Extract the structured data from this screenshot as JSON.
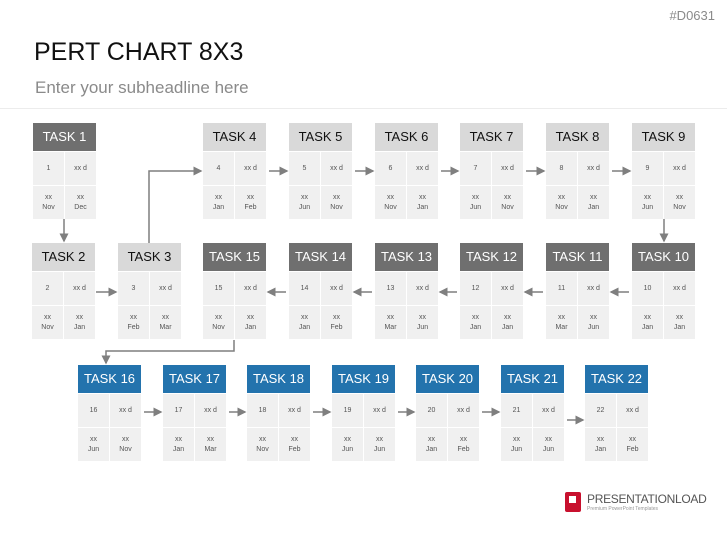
{
  "code": "#D0631",
  "title": "PERT CHART 8X3",
  "subheadline": "Enter your subheadline here",
  "colors": {
    "dark": "#6f6f6f",
    "light": "#d9d9d9",
    "blue": "#2373ad",
    "arrow": "#7f7f7f"
  },
  "tasks": [
    {
      "label": "TASK 1",
      "num": "1",
      "dur": "xx d",
      "start": "xx\nNov",
      "end": "xx\nDec",
      "style": "dark"
    },
    {
      "label": "TASK 2",
      "num": "2",
      "dur": "xx d",
      "start": "xx\nNov",
      "end": "xx\nJan",
      "style": "light"
    },
    {
      "label": "TASK 3",
      "num": "3",
      "dur": "xx d",
      "start": "xx\nFeb",
      "end": "xx\nMar",
      "style": "light"
    },
    {
      "label": "TASK 4",
      "num": "4",
      "dur": "xx d",
      "start": "xx\nJan",
      "end": "xx\nFeb",
      "style": "light"
    },
    {
      "label": "TASK 5",
      "num": "5",
      "dur": "xx d",
      "start": "xx\nJun",
      "end": "xx\nNov",
      "style": "light"
    },
    {
      "label": "TASK 6",
      "num": "6",
      "dur": "xx d",
      "start": "xx\nNov",
      "end": "xx\nJan",
      "style": "light"
    },
    {
      "label": "TASK 7",
      "num": "7",
      "dur": "xx d",
      "start": "xx\nJun",
      "end": "xx\nNov",
      "style": "light"
    },
    {
      "label": "TASK 8",
      "num": "8",
      "dur": "xx d",
      "start": "xx\nNov",
      "end": "xx\nJan",
      "style": "light"
    },
    {
      "label": "TASK 9",
      "num": "9",
      "dur": "xx d",
      "start": "xx\nJun",
      "end": "xx\nNov",
      "style": "light"
    },
    {
      "label": "TASK 10",
      "num": "10",
      "dur": "xx d",
      "start": "xx\nJan",
      "end": "xx\nJan",
      "style": "dark"
    },
    {
      "label": "TASK 11",
      "num": "11",
      "dur": "xx d",
      "start": "xx\nMar",
      "end": "xx\nJun",
      "style": "dark"
    },
    {
      "label": "TASK 12",
      "num": "12",
      "dur": "xx d",
      "start": "xx\nJan",
      "end": "xx\nJan",
      "style": "dark"
    },
    {
      "label": "TASK 13",
      "num": "13",
      "dur": "xx d",
      "start": "xx\nMar",
      "end": "xx\nJun",
      "style": "dark"
    },
    {
      "label": "TASK 14",
      "num": "14",
      "dur": "xx d",
      "start": "xx\nJan",
      "end": "xx\nFeb",
      "style": "dark"
    },
    {
      "label": "TASK 15",
      "num": "15",
      "dur": "xx d",
      "start": "xx\nNov",
      "end": "xx\nJan",
      "style": "dark"
    },
    {
      "label": "TASK 16",
      "num": "16",
      "dur": "xx d",
      "start": "xx\nJun",
      "end": "xx\nNov",
      "style": "blue"
    },
    {
      "label": "TASK 17",
      "num": "17",
      "dur": "xx d",
      "start": "xx\nJan",
      "end": "xx\nMar",
      "style": "blue"
    },
    {
      "label": "TASK 18",
      "num": "18",
      "dur": "xx d",
      "start": "xx\nNov",
      "end": "xx\nFeb",
      "style": "blue"
    },
    {
      "label": "TASK 19",
      "num": "19",
      "dur": "xx d",
      "start": "xx\nJun",
      "end": "xx\nJun",
      "style": "blue"
    },
    {
      "label": "TASK 20",
      "num": "20",
      "dur": "xx d",
      "start": "xx\nJan",
      "end": "xx\nFeb",
      "style": "blue"
    },
    {
      "label": "TASK 21",
      "num": "21",
      "dur": "xx d",
      "start": "xx\nJun",
      "end": "xx\nJun",
      "style": "blue"
    },
    {
      "label": "TASK 22",
      "num": "22",
      "dur": "xx d",
      "start": "xx\nJan",
      "end": "xx\nFeb",
      "style": "blue"
    }
  ],
  "logo": {
    "name": "PRESENTATIONLOAD",
    "tagline": "Premium PowerPoint Templates"
  }
}
